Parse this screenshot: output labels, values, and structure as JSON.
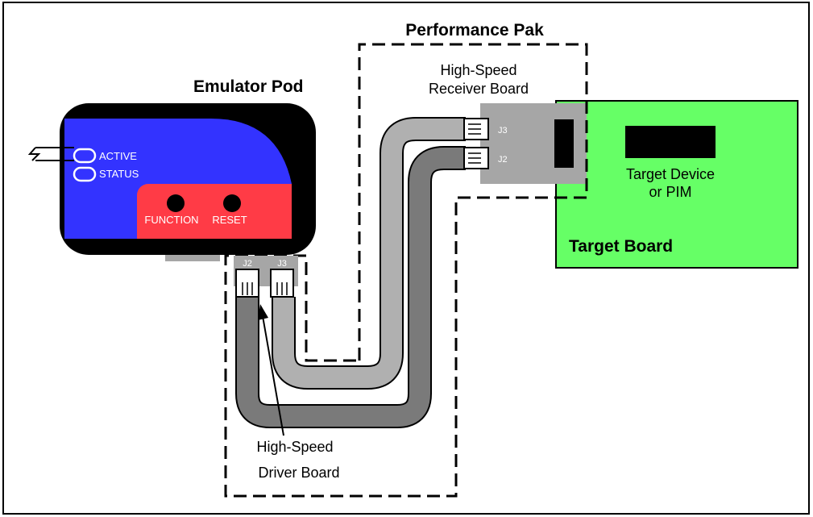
{
  "emulator_pod": {
    "title": "Emulator Pod",
    "led_active": "ACTIVE",
    "led_status": "STATUS",
    "button_function": "FUNCTION",
    "button_reset": "RESET",
    "pod_color": "#000000",
    "panel_color": "#3333ff",
    "button_panel_color": "#ff3b46"
  },
  "performance_pak": {
    "title": "Performance Pak"
  },
  "receiver_board": {
    "label_line1": "High-Speed",
    "label_line2": "Receiver Board",
    "connector_j3": "J3",
    "connector_j2": "J2",
    "board_color": "#a6a6a6"
  },
  "driver_board": {
    "label_line1": "High-Speed",
    "label_line2": "Driver Board",
    "connector_j2": "J2",
    "connector_j3": "J3"
  },
  "target_board": {
    "title": "Target Board",
    "device_line1": "Target Device",
    "device_line2": "or PIM",
    "board_color": "#66ff66"
  },
  "cables": {
    "light_cable_color": "#b0b0b0",
    "dark_cable_color": "#7a7a7a"
  }
}
